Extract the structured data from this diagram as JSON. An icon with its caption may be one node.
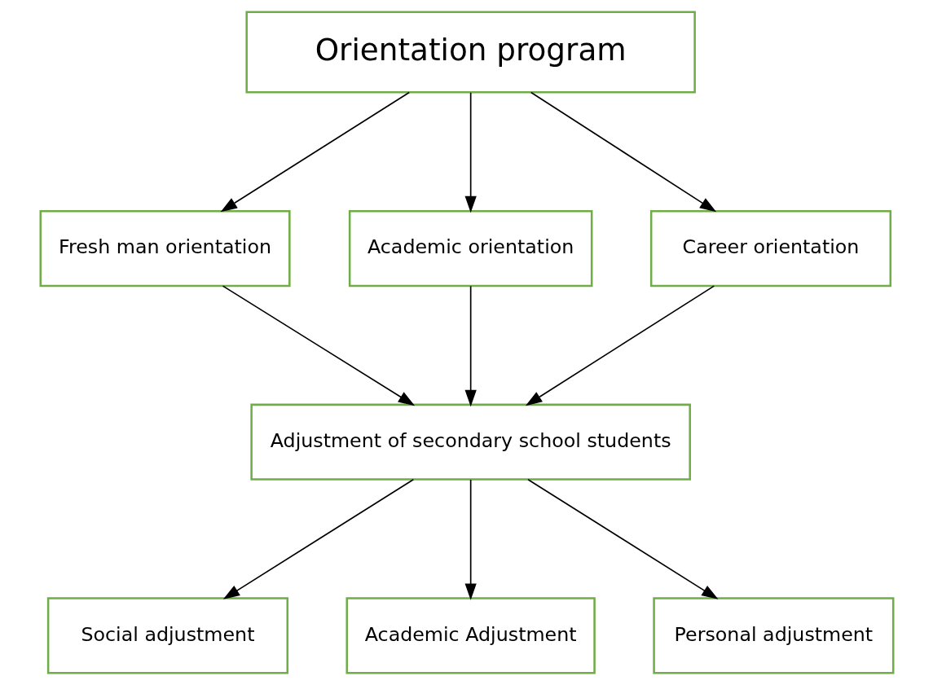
{
  "diagram": {
    "nodes": [
      {
        "text": [
          "Orientation program"
        ]
      },
      {
        "text": [
          "Fresh man orientation"
        ]
      },
      {
        "text": [
          "Academic orientation"
        ]
      },
      {
        "text": [
          "Career orientation"
        ]
      },
      {
        "text": [
          "Adjustment of secondary school students"
        ]
      },
      {
        "text": [
          "Social adjustment"
        ]
      },
      {
        "text": [
          "Academic Adjustment"
        ]
      },
      {
        "text": [
          "Personal adjustment"
        ]
      }
    ],
    "edges": [
      {
        "from": 0,
        "to": 1,
        "arrow": "to"
      },
      {
        "from": 0,
        "to": 2,
        "arrow": "to"
      },
      {
        "from": 0,
        "to": 3,
        "arrow": "to"
      },
      {
        "from": 1,
        "to": 4,
        "arrow": "to"
      },
      {
        "from": 2,
        "to": 4,
        "arrow": "to"
      },
      {
        "from": 3,
        "to": 4,
        "arrow": "to"
      },
      {
        "from": 4,
        "to": 5,
        "arrow": "to"
      },
      {
        "from": 4,
        "to": 6,
        "arrow": "to"
      },
      {
        "from": 4,
        "to": 7,
        "arrow": "to"
      }
    ]
  }
}
